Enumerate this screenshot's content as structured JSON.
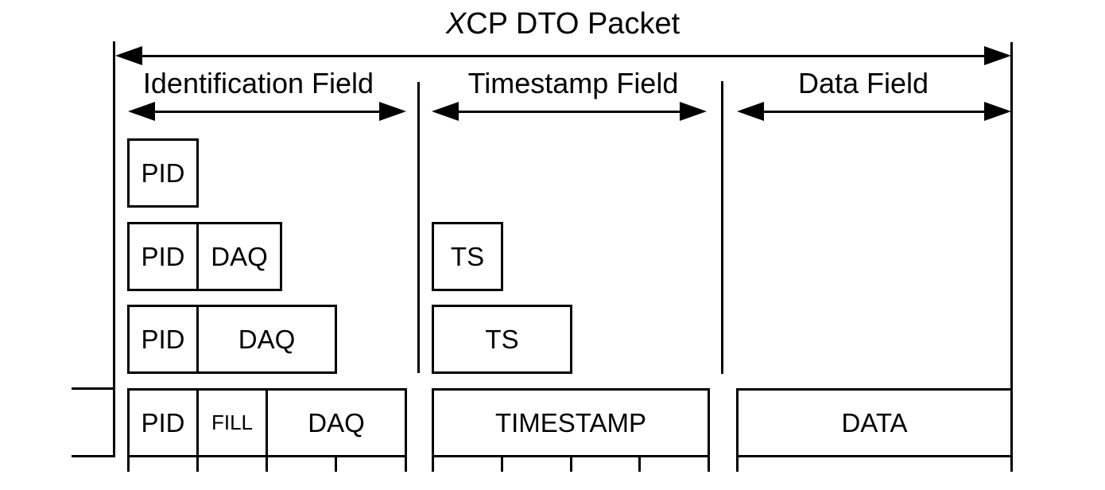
{
  "title": {
    "italic": "X",
    "rest": "CP DTO Packet"
  },
  "sections": {
    "identification": {
      "label": "Identification Field"
    },
    "timestamp": {
      "label": "Timestamp Field"
    },
    "data": {
      "label": "Data Field"
    }
  },
  "rows": {
    "row1": {
      "pid": "PID"
    },
    "row2": {
      "pid": "PID",
      "daq": "DAQ",
      "ts": "TS"
    },
    "row3": {
      "pid": "PID",
      "daq": "DAQ",
      "ts": "TS"
    },
    "row4": {
      "pid": "PID",
      "fill": "FILL",
      "daq": "DAQ",
      "timestamp": "TIMESTAMP",
      "data": "DATA"
    }
  },
  "colors": {
    "stroke": "#000000",
    "background": "#ffffff"
  }
}
